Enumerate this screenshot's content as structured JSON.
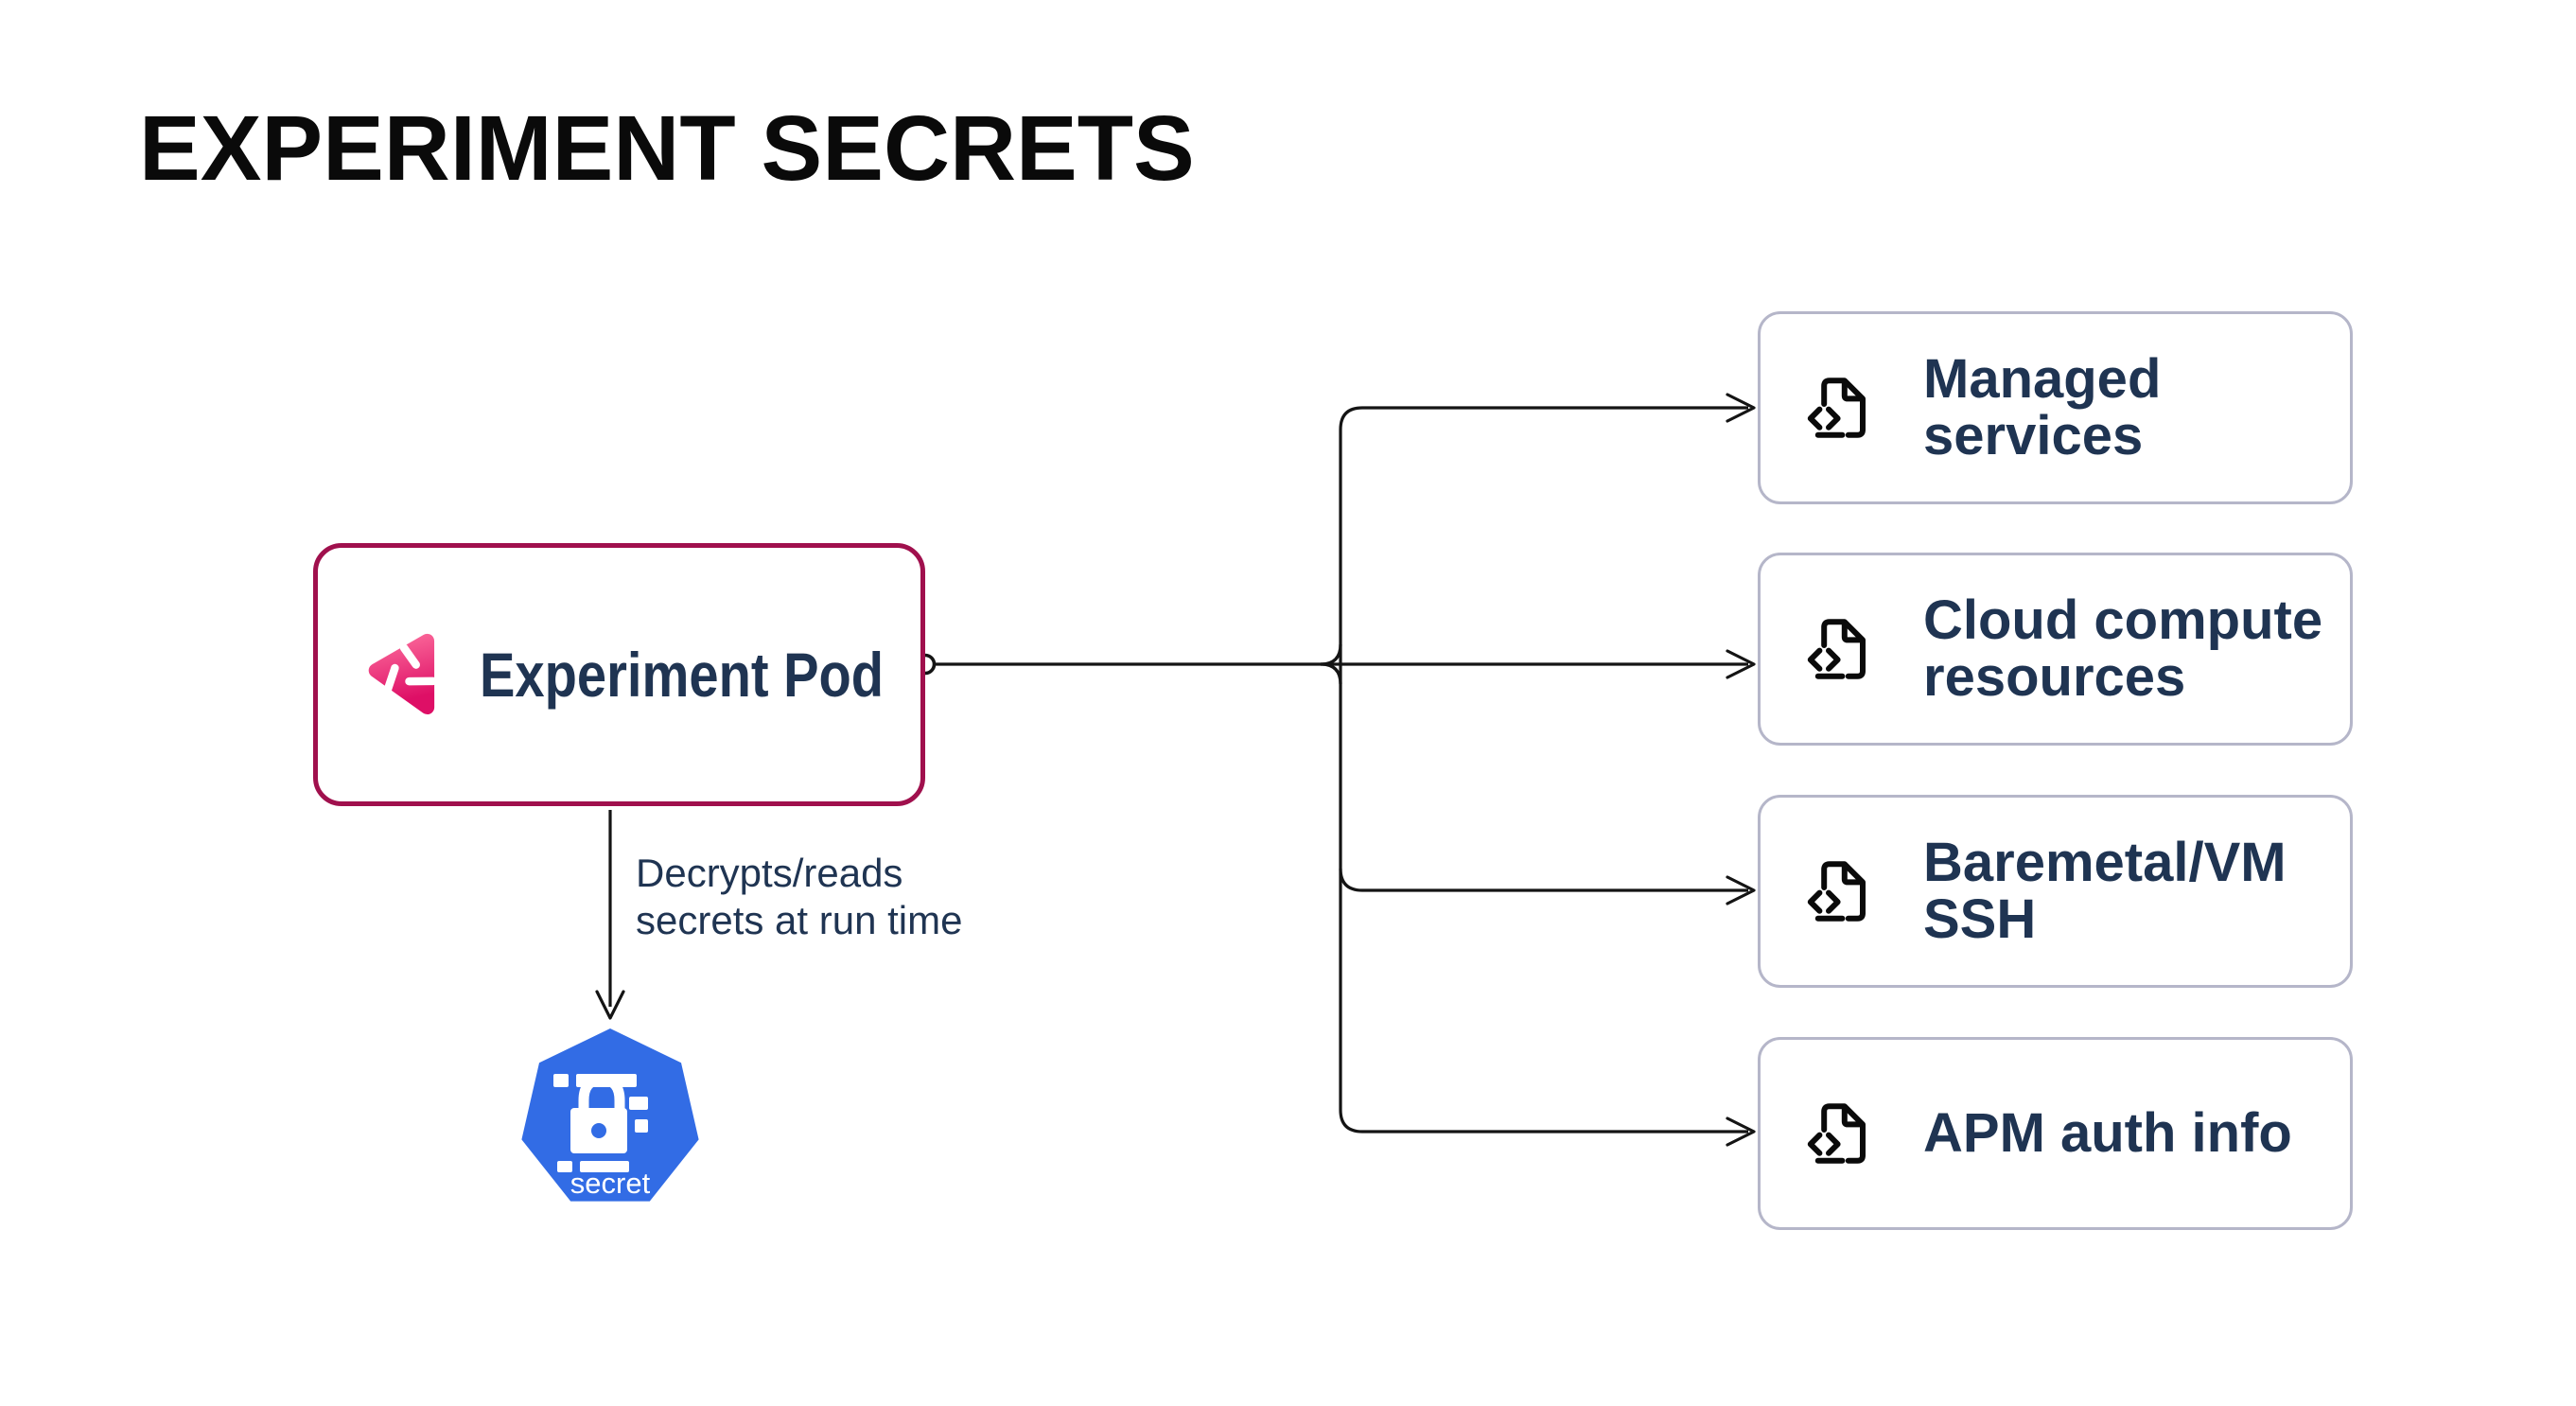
{
  "title": "EXPERIMENT SECRETS",
  "pod": {
    "label": "Experiment Pod"
  },
  "edge_annotation": {
    "text": "Decrypts/reads\nsecrets at run time"
  },
  "secret_node": {
    "label": "secret"
  },
  "targets": [
    {
      "label": "Managed\nservices"
    },
    {
      "label": "Cloud compute\nresources"
    },
    {
      "label": "Baremetal/VM\nSSH"
    },
    {
      "label": "APM auth info"
    }
  ],
  "colors": {
    "pod_border": "#A0104D",
    "target_border": "#B5B6C9",
    "text_dark": "#1F3452",
    "title_color": "#0A0A0A",
    "line": "#141414",
    "k8s_blue": "#326CE5",
    "logo_pink_light": "#FC6C9C",
    "logo_pink_dark": "#DE0F66",
    "bg": "#FFFFFF"
  }
}
